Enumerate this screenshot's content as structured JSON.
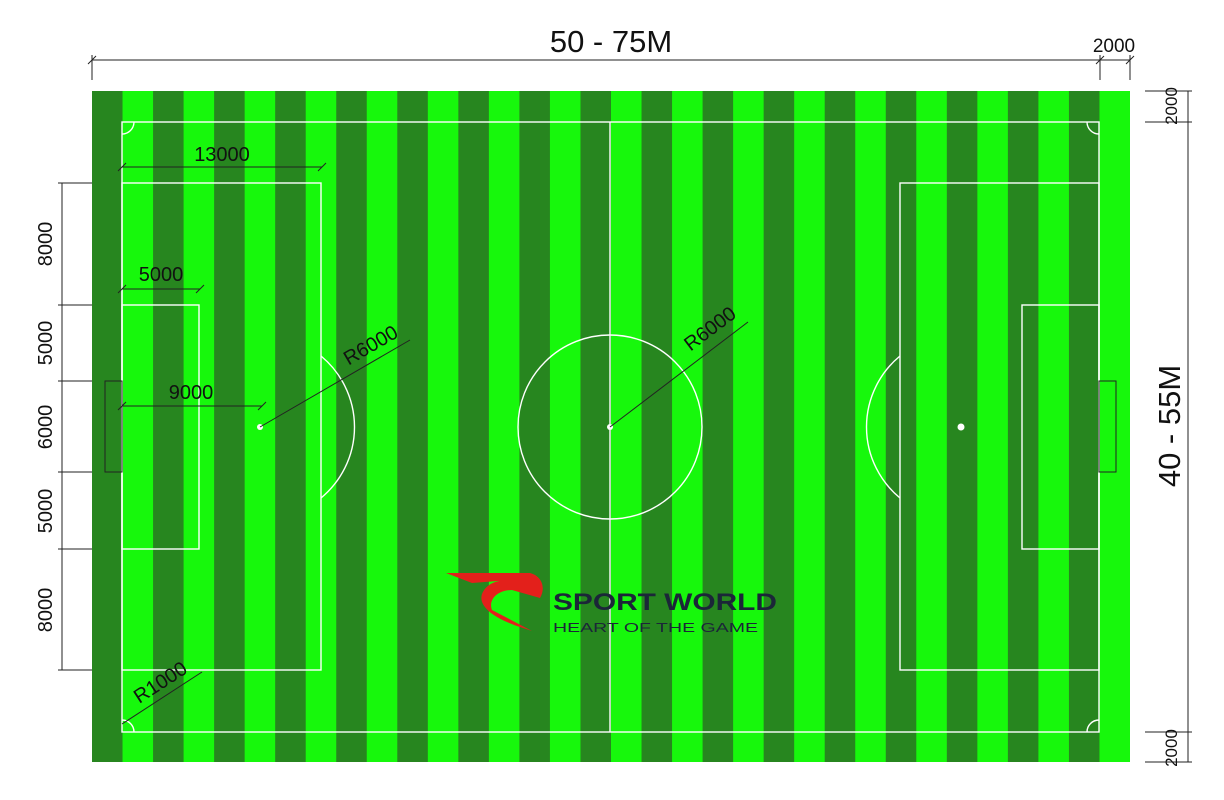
{
  "dimensions": {
    "length": "50 - 75M",
    "width": "40 - 55M",
    "margin_top_right": "2000",
    "margin_right_top": "2000",
    "margin_right_bottom": "2000",
    "penalty_area_depth": "13000",
    "goal_area_depth": "5000",
    "penalty_spot_distance": "9000",
    "penalty_arc_radius": "R6000",
    "center_circle_radius": "R6000",
    "corner_arc_radius": "R1000",
    "left_segments": [
      "8000",
      "5000",
      "6000",
      "5000",
      "8000"
    ]
  },
  "logo": {
    "brand": "SPORT WORLD",
    "tagline": "HEART OF THE GAME",
    "colors": {
      "mark": "#e3201b",
      "text": "#1b2638"
    }
  },
  "colors": {
    "stripe_dark": "#27861f",
    "stripe_light": "#17f80c",
    "lines": "#ffffff"
  }
}
